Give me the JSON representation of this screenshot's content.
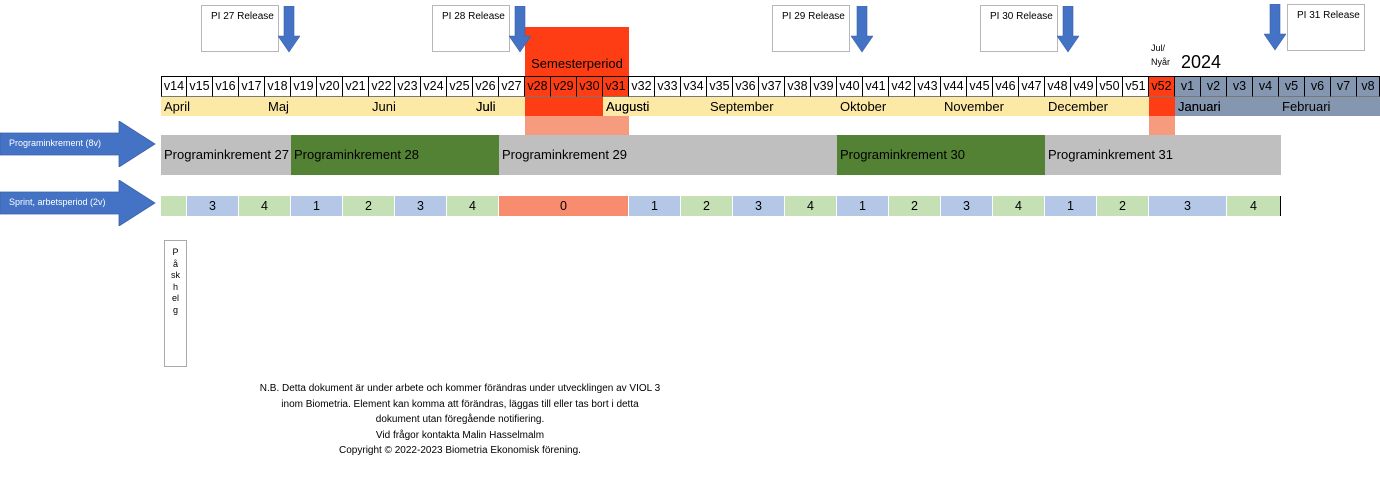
{
  "colors": {
    "month_bg_2023": "#fde9a6",
    "month_bg_2024": "#8496b0",
    "semester": "#ff3d14",
    "semester_light": "#f79b7f",
    "pi_gray": "#bfbfbf",
    "pi_green": "#548235",
    "sprint_green": "#c5e0b4",
    "sprint_blue": "#b4c7e7",
    "sprint_zero": "#f88c6e",
    "arrow_blue": "#4472c4"
  },
  "releases": [
    {
      "label": "PI 27 Release"
    },
    {
      "label": "PI 28 Release"
    },
    {
      "label": "PI 29 Release"
    },
    {
      "label": "PI 30 Release"
    },
    {
      "label": "PI 31 Release"
    }
  ],
  "semester_label": "Semesterperiod",
  "julnyar_label": "Jul/\nNyår",
  "year_label": "2024",
  "weeks": [
    "v14",
    "v15",
    "v16",
    "v17",
    "v18",
    "v19",
    "v20",
    "v21",
    "v22",
    "v23",
    "v24",
    "v25",
    "v26",
    "v27",
    "v28",
    "v29",
    "v30",
    "v31",
    "v32",
    "v33",
    "v34",
    "v35",
    "v36",
    "v37",
    "v38",
    "v39",
    "v40",
    "v41",
    "v42",
    "v43",
    "v44",
    "v45",
    "v46",
    "v47",
    "v48",
    "v49",
    "v50",
    "v51",
    "v52",
    "v1",
    "v2",
    "v3",
    "v4",
    "v5",
    "v6",
    "v7",
    "v8"
  ],
  "months": [
    "April",
    "Maj",
    "Juni",
    "Juli",
    "Augusti",
    "September",
    "Oktober",
    "November",
    "December",
    "Januari",
    "Februari"
  ],
  "row_labels": {
    "programinkrement": "Programinkrement (8v)",
    "sprint": "Sprint, arbetsperiod (2v)"
  },
  "program_increments": [
    {
      "label": "Programinkrement 27",
      "color": "gray"
    },
    {
      "label": "Programinkrement 28",
      "color": "green"
    },
    {
      "label": "Programinkrement 29",
      "color": "gray"
    },
    {
      "label": "Programinkrement 30",
      "color": "green"
    },
    {
      "label": "Programinkrement 31",
      "color": "gray"
    }
  ],
  "sprints": [
    "",
    "3",
    "4",
    "1",
    "2",
    "3",
    "4",
    "0",
    "1",
    "2",
    "3",
    "4",
    "1",
    "2",
    "3",
    "4",
    "1",
    "2",
    "3",
    "4"
  ],
  "easter_label": "Påskhelg",
  "note_lines": [
    "N.B. Detta dokument är under arbete och kommer förändras under utvecklingen av VIOL 3",
    "inom Biometria. Element kan komma att förändras, läggas till eller tas bort  i detta",
    "dokument utan föregående notifiering.",
    "Vid frågor kontakta Malin Hasselmalm",
    "Copyright © 2022-2023 Biometria Ekonomisk förening."
  ]
}
